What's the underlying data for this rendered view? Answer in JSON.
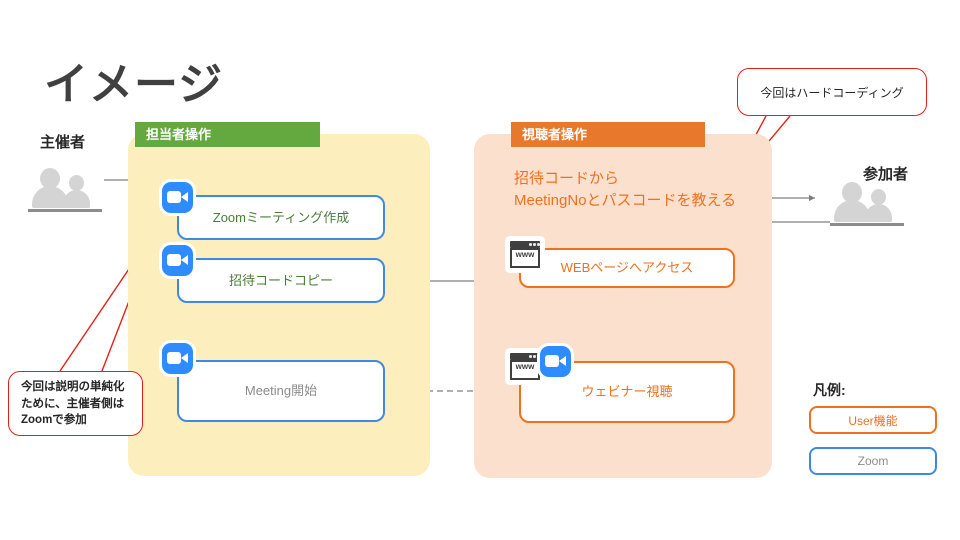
{
  "page": {
    "title": "イメージ"
  },
  "actors": {
    "host": {
      "label": "主催者",
      "icon": "people-icon"
    },
    "participant": {
      "label": "参加者",
      "icon": "people-icon"
    }
  },
  "panels": [
    {
      "id": "host-panel",
      "tab_label": "担当者操作",
      "tab_color": "#63a93f",
      "body_color": "#fdefbd",
      "steps": [
        {
          "id": "create-meeting",
          "label": "Zoomミーティング作成",
          "type": "zoom",
          "text_color": "#4a7c38",
          "icon": "zoom-camera-icon"
        },
        {
          "id": "copy-invite-code",
          "label": "招待コードコピー",
          "type": "zoom",
          "text_color": "#4a7c38",
          "icon": "zoom-camera-icon"
        },
        {
          "id": "start-meeting",
          "label": "Meeting開始",
          "type": "zoom",
          "text_color": "#8c8c8c",
          "icon": "zoom-camera-icon"
        }
      ]
    },
    {
      "id": "viewer-panel",
      "tab_label": "視聴者操作",
      "tab_color": "#e8792c",
      "body_color": "#fbe0ce",
      "note": "招待コードから\nMeetingNoとパスコードを教える",
      "note_color": "#ef7120",
      "steps": [
        {
          "id": "access-web-page",
          "label": "WEBページへアクセス",
          "type": "user",
          "text_color": "#ef7120",
          "icon": "www-browser-icon"
        },
        {
          "id": "watch-webinar",
          "label": "ウェビナー視聴",
          "type": "user",
          "text_color": "#ef7120",
          "icon": "www-browser-icon"
        }
      ]
    }
  ],
  "callouts": [
    {
      "id": "hardcoding-callout",
      "text": "今回はハードコーディング",
      "border_color": "#e32119"
    },
    {
      "id": "simplification-callout",
      "text": "今回は説明の単純化\nために、主催者側は\nZoomで参加",
      "border_color": "#e32119"
    }
  ],
  "legend": {
    "title": "凡例:",
    "items": [
      {
        "label": "User機能",
        "border_color": "#ef7120",
        "text_color": "#ef7120"
      },
      {
        "label": "Zoom",
        "border_color": "#3f8ae0",
        "text_color": "#8c8c8c"
      }
    ]
  }
}
